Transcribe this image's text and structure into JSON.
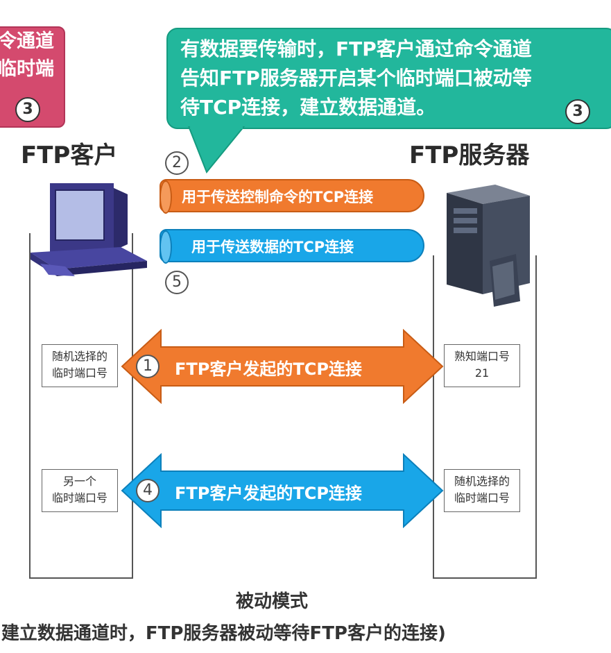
{
  "callout_left": {
    "lines": [
      "令通道",
      "临时端"
    ],
    "step": "3"
  },
  "callout_right": {
    "lines": [
      "有数据要传输时，FTP客户通过命令通道",
      "告知FTP服务器开启某个临时端口被动等",
      "待TCP连接，建立数据通道。"
    ],
    "step": "3"
  },
  "client": {
    "title": "FTP客户"
  },
  "server": {
    "title": "FTP服务器"
  },
  "pipes": {
    "control": {
      "label": "用于传送控制命令的TCP连接",
      "step": "2"
    },
    "data": {
      "label": "用于传送数据的TCP连接",
      "step": "5"
    }
  },
  "connections": [
    {
      "step": "1",
      "label": "FTP客户发起的TCP连接",
      "client_port": [
        "随机选择的",
        "临时端口号"
      ],
      "server_port": [
        "熟知端口号",
        "21"
      ],
      "color": "#f07a2e"
    },
    {
      "step": "4",
      "label": "FTP客户发起的TCP连接",
      "client_port": [
        "另一个",
        "临时端口号"
      ],
      "server_port": [
        "随机选择的",
        "临时端口号"
      ],
      "color": "#19a6e8"
    }
  ],
  "caption": {
    "mode": "被动模式",
    "note": "(建立数据通道时，FTP服务器被动等待FTP客户的连接)"
  },
  "colors": {
    "orange": "#f07a2e",
    "blue": "#19a6e8",
    "teal": "#22b79c",
    "pink": "#d44a6e"
  },
  "icons": [
    "client-computer-icon",
    "server-tower-icon"
  ]
}
